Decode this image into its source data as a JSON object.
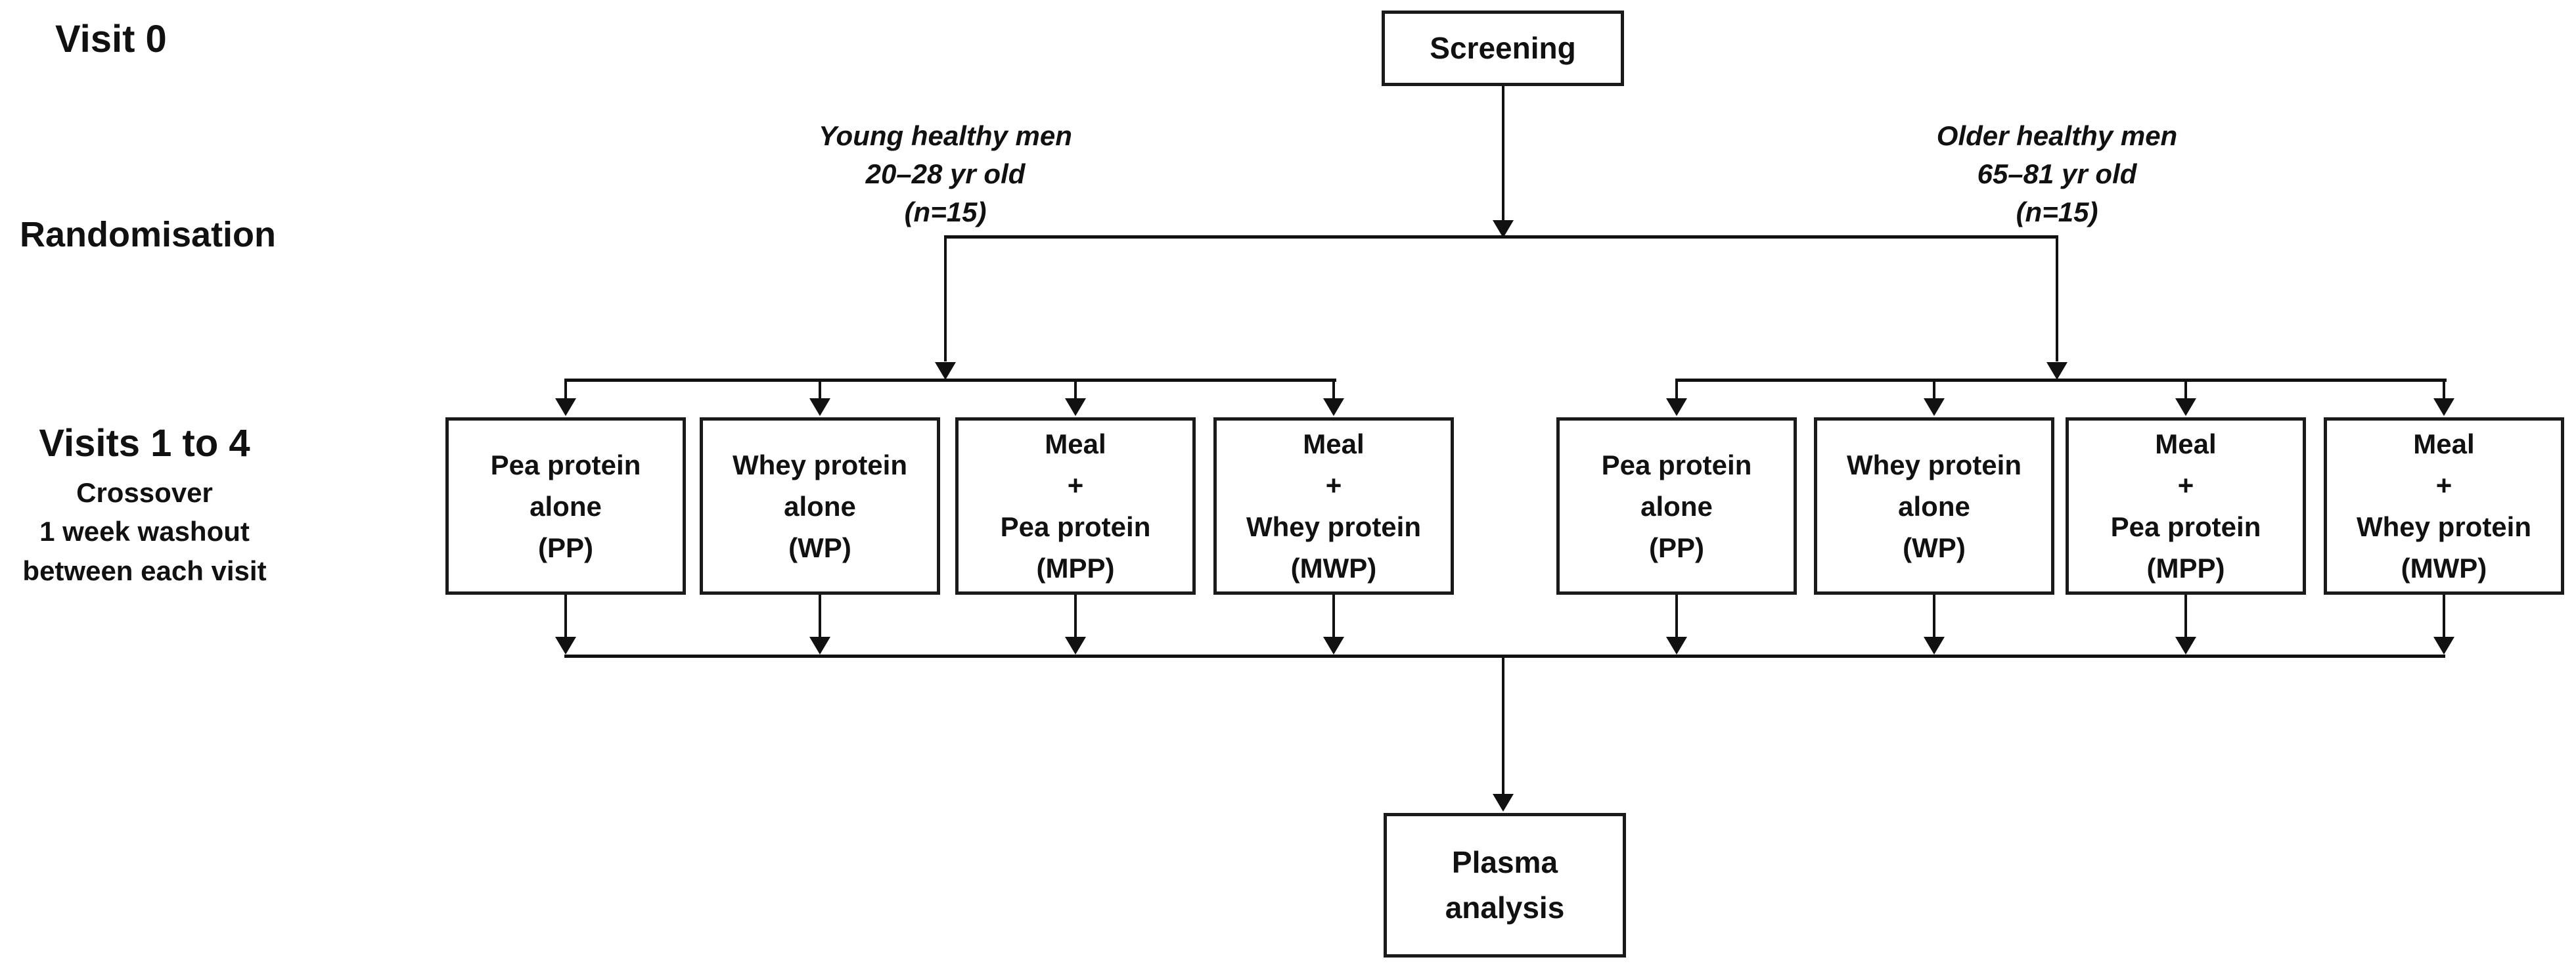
{
  "labels": {
    "visit0": "Visit 0",
    "randomisation": "Randomisation",
    "visits_1_to_4": "Visits 1 to 4",
    "visits_1_to_4_details": "Crossover\n1 week washout\nbetween each visit"
  },
  "screening": "Screening",
  "plasma": "Plasma\nanalysis",
  "cohorts": {
    "young": {
      "label": "Young healthy men\n20–28 yr old\n(n=15)",
      "treatments": [
        "Pea protein\nalone\n(PP)",
        "Whey protein\nalone\n(WP)",
        "Meal\n+\nPea protein\n(MPP)",
        "Meal\n+\nWhey protein\n(MWP)"
      ]
    },
    "older": {
      "label": "Older healthy men\n65–81 yr old\n(n=15)",
      "treatments": [
        "Pea protein\nalone\n(PP)",
        "Whey protein\nalone\n(WP)",
        "Meal\n+\nPea protein\n(MPP)",
        "Meal\n+\nWhey protein\n(MWP)"
      ]
    }
  }
}
